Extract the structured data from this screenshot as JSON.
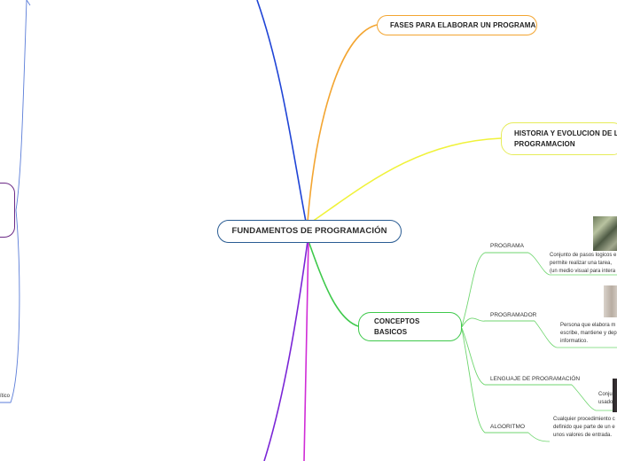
{
  "central": {
    "title": "FUNDAMENTOS DE PROGRAMACIÓN"
  },
  "branches": {
    "fases": "FASES PARA ELABORAR UN PROGRAMA",
    "historia": [
      "HISTORIA Y EVOLUCION DE LA",
      "PROGRAMACION"
    ],
    "conceptos": [
      "CONCEPTOS",
      "BASICOS"
    ]
  },
  "concepts": [
    {
      "label": "PROGRAMA",
      "description": [
        "Conjunto de pasos logicos e",
        "permite realizar una tarea,",
        "(un medio visual para intera"
      ]
    },
    {
      "label": "PROGRAMADOR",
      "description": [
        "Persona que elabora m",
        "escribe, mantiene y dep",
        "informatico."
      ]
    },
    {
      "label": "LENGUAJE DE PROGRAMACIÓN",
      "description": [
        "Conjunt",
        "usados"
      ]
    },
    {
      "label": "ALGORITMO",
      "description": [
        "Cualquier procedimiento c",
        "definido que parte de un e",
        "unos valores de entrada."
      ]
    }
  ],
  "left_fragment": {
    "text": "ítico"
  },
  "colors": {
    "root_border": "#2a5c93",
    "fases_branch": "#f3a531",
    "historia_branch": "#e6ec5a",
    "conceptos_branch": "#3ec94b",
    "top_left_branch": "#1f44d6",
    "bottom_left_branch": "#7a25d6",
    "bottom_branch": "#d02cd6",
    "left_fragment_border": "#6b2a86"
  }
}
